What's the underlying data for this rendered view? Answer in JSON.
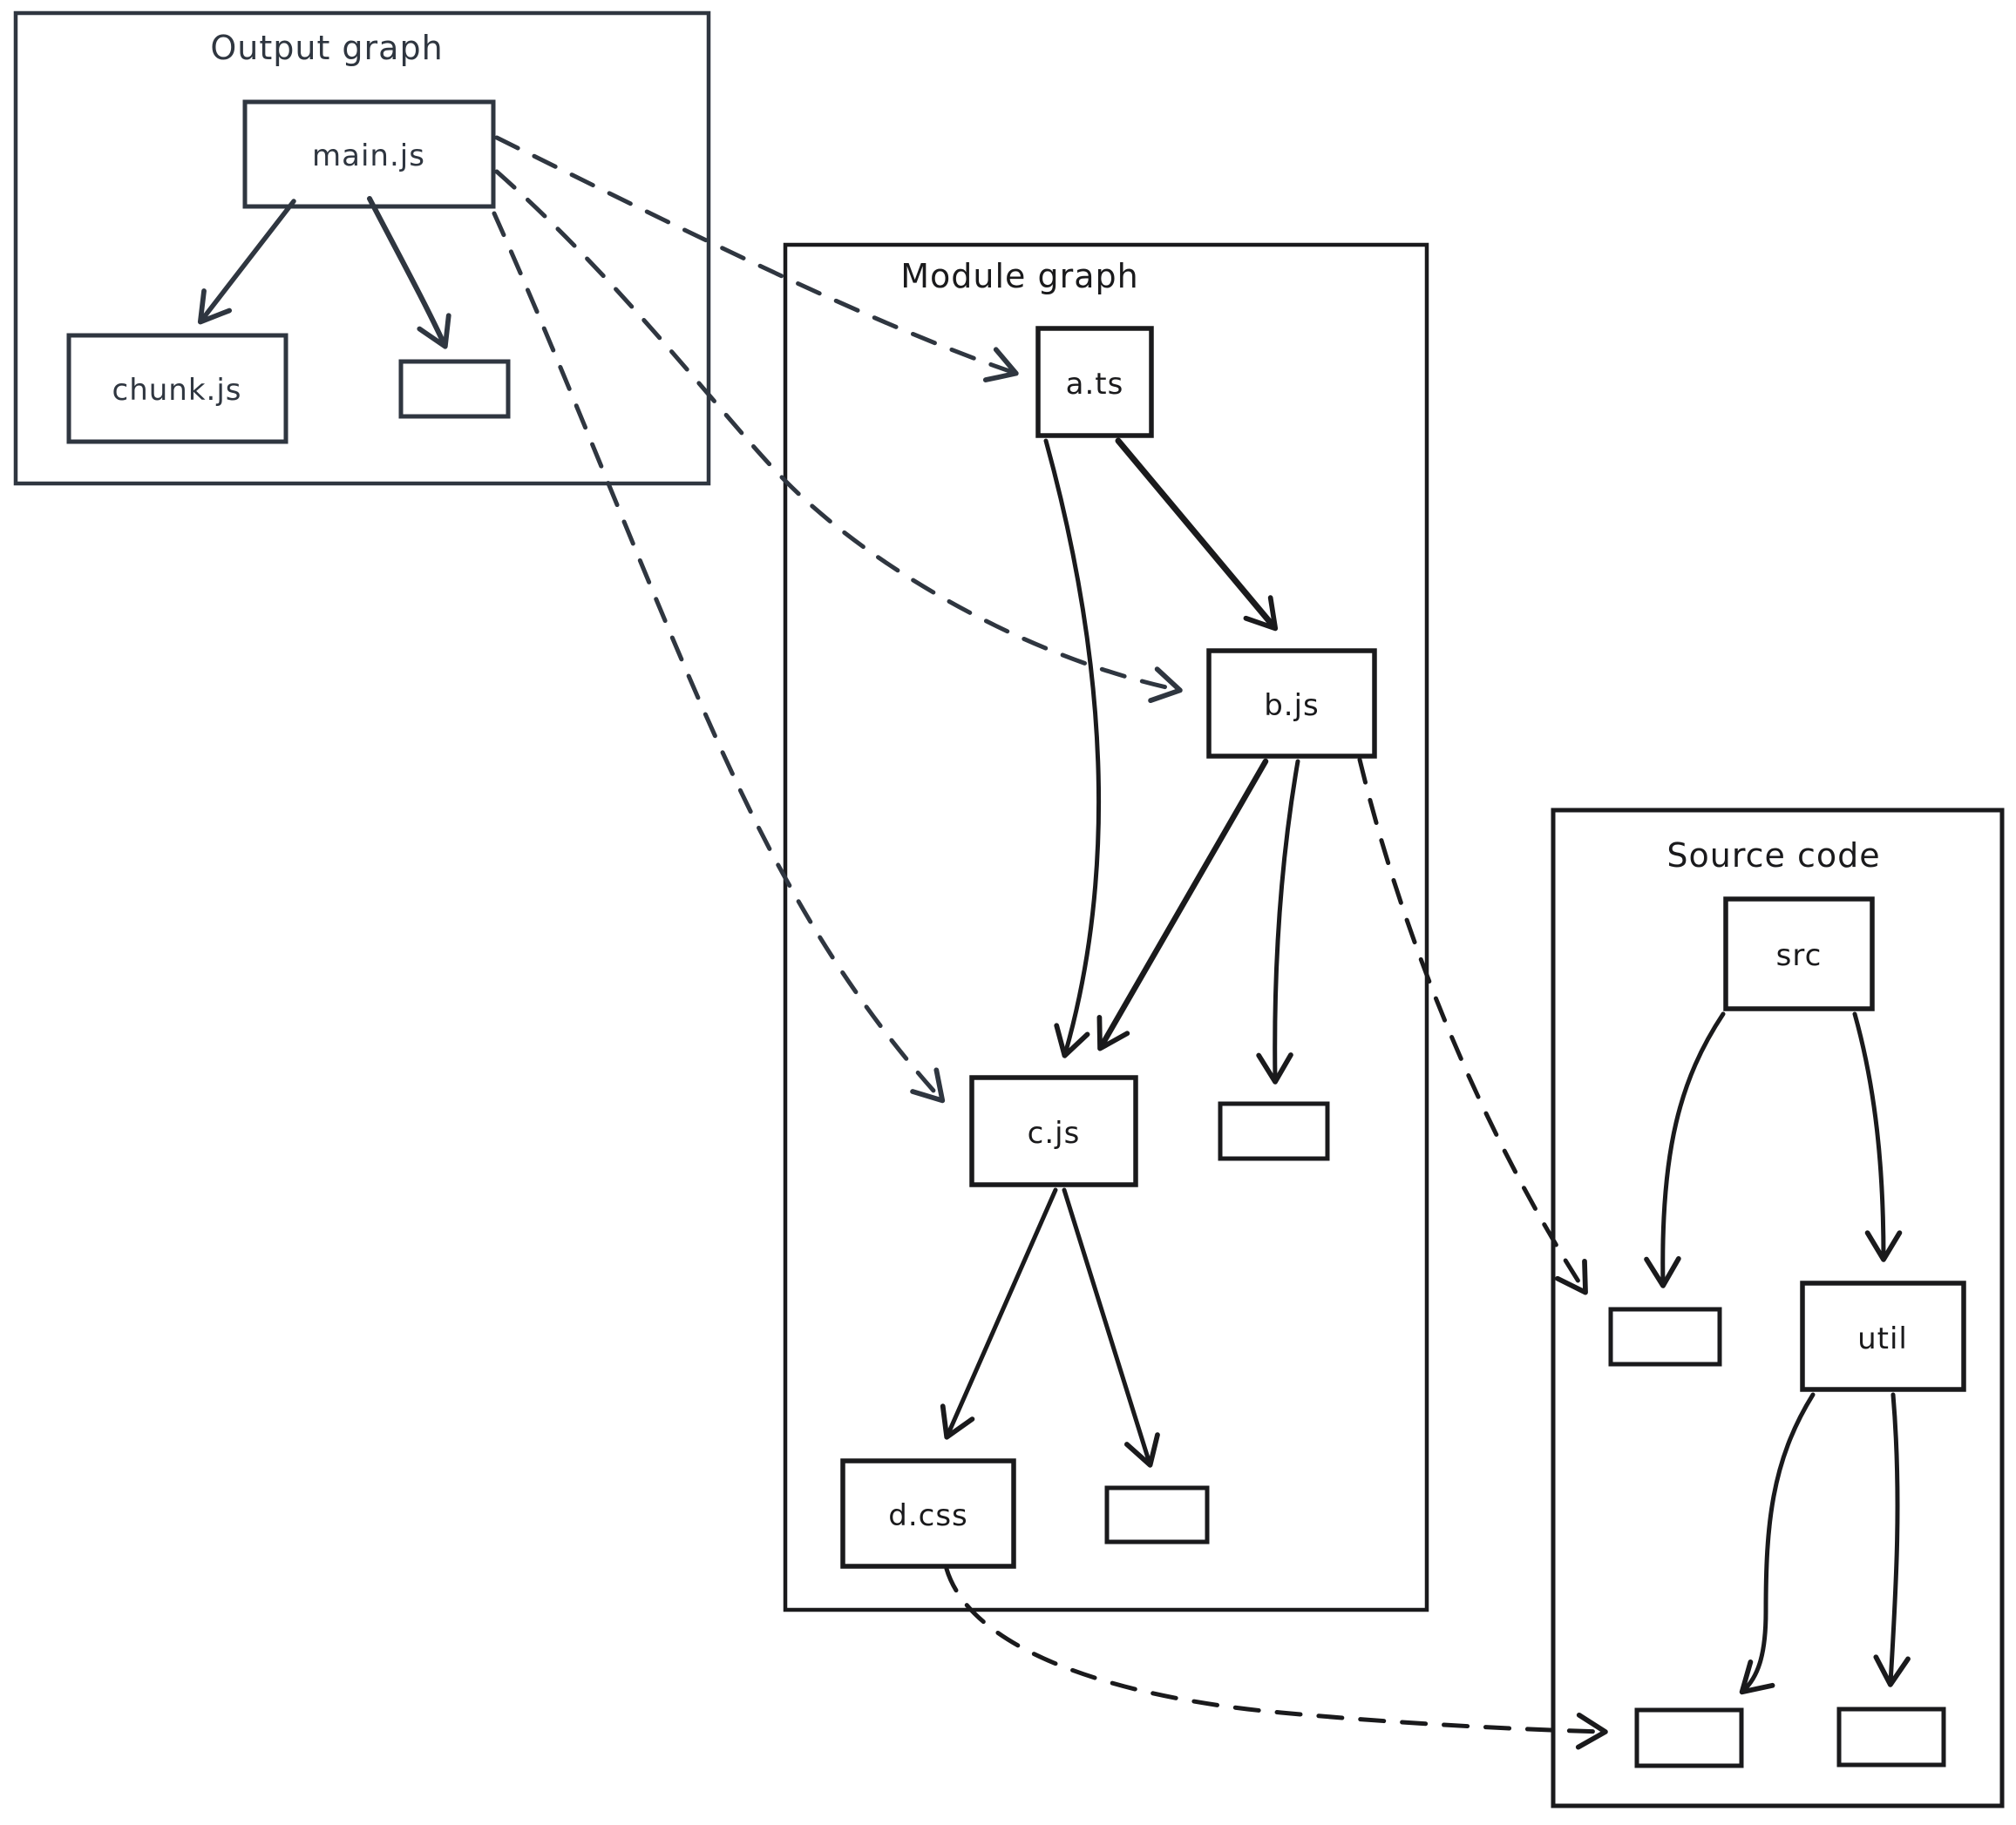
{
  "canvas": {
    "background": "#ffffff"
  },
  "colors": {
    "output_stroke": "#2f3640",
    "default_stroke": "#1a1a1c"
  },
  "groups": {
    "output": {
      "title": "Output graph"
    },
    "module": {
      "title": "Module graph"
    },
    "source": {
      "title": "Source code"
    }
  },
  "nodes": {
    "main_js": {
      "label": "main.js"
    },
    "chunk_js": {
      "label": "chunk.js"
    },
    "output_box_1": {
      "label": ""
    },
    "a_ts": {
      "label": "a.ts"
    },
    "b_js": {
      "label": "b.js"
    },
    "c_js": {
      "label": "c.js"
    },
    "module_box_1": {
      "label": ""
    },
    "d_css": {
      "label": "d.css"
    },
    "module_box_2": {
      "label": ""
    },
    "src": {
      "label": "src"
    },
    "util": {
      "label": "util"
    },
    "source_box_1": {
      "label": ""
    },
    "source_box_2": {
      "label": ""
    },
    "source_box_3": {
      "label": ""
    }
  },
  "edges": {
    "solid": [
      {
        "from": "main.js",
        "to": "chunk.js"
      },
      {
        "from": "main.js",
        "to": "output_box_1"
      },
      {
        "from": "a.ts",
        "to": "b.js"
      },
      {
        "from": "a.ts",
        "to": "c.js"
      },
      {
        "from": "b.js",
        "to": "c.js"
      },
      {
        "from": "b.js",
        "to": "module_box_1"
      },
      {
        "from": "c.js",
        "to": "d.css"
      },
      {
        "from": "c.js",
        "to": "module_box_2"
      },
      {
        "from": "src",
        "to": "source_box_1"
      },
      {
        "from": "src",
        "to": "util"
      },
      {
        "from": "util",
        "to": "source_box_2"
      },
      {
        "from": "util",
        "to": "source_box_3"
      }
    ],
    "dashed": [
      {
        "from": "main.js",
        "to": "a.ts"
      },
      {
        "from": "main.js",
        "to": "b.js"
      },
      {
        "from": "main.js",
        "to": "c.js"
      },
      {
        "from": "b.js",
        "to": "source_box_1"
      },
      {
        "from": "d.css",
        "to": "source_box_2"
      }
    ]
  }
}
